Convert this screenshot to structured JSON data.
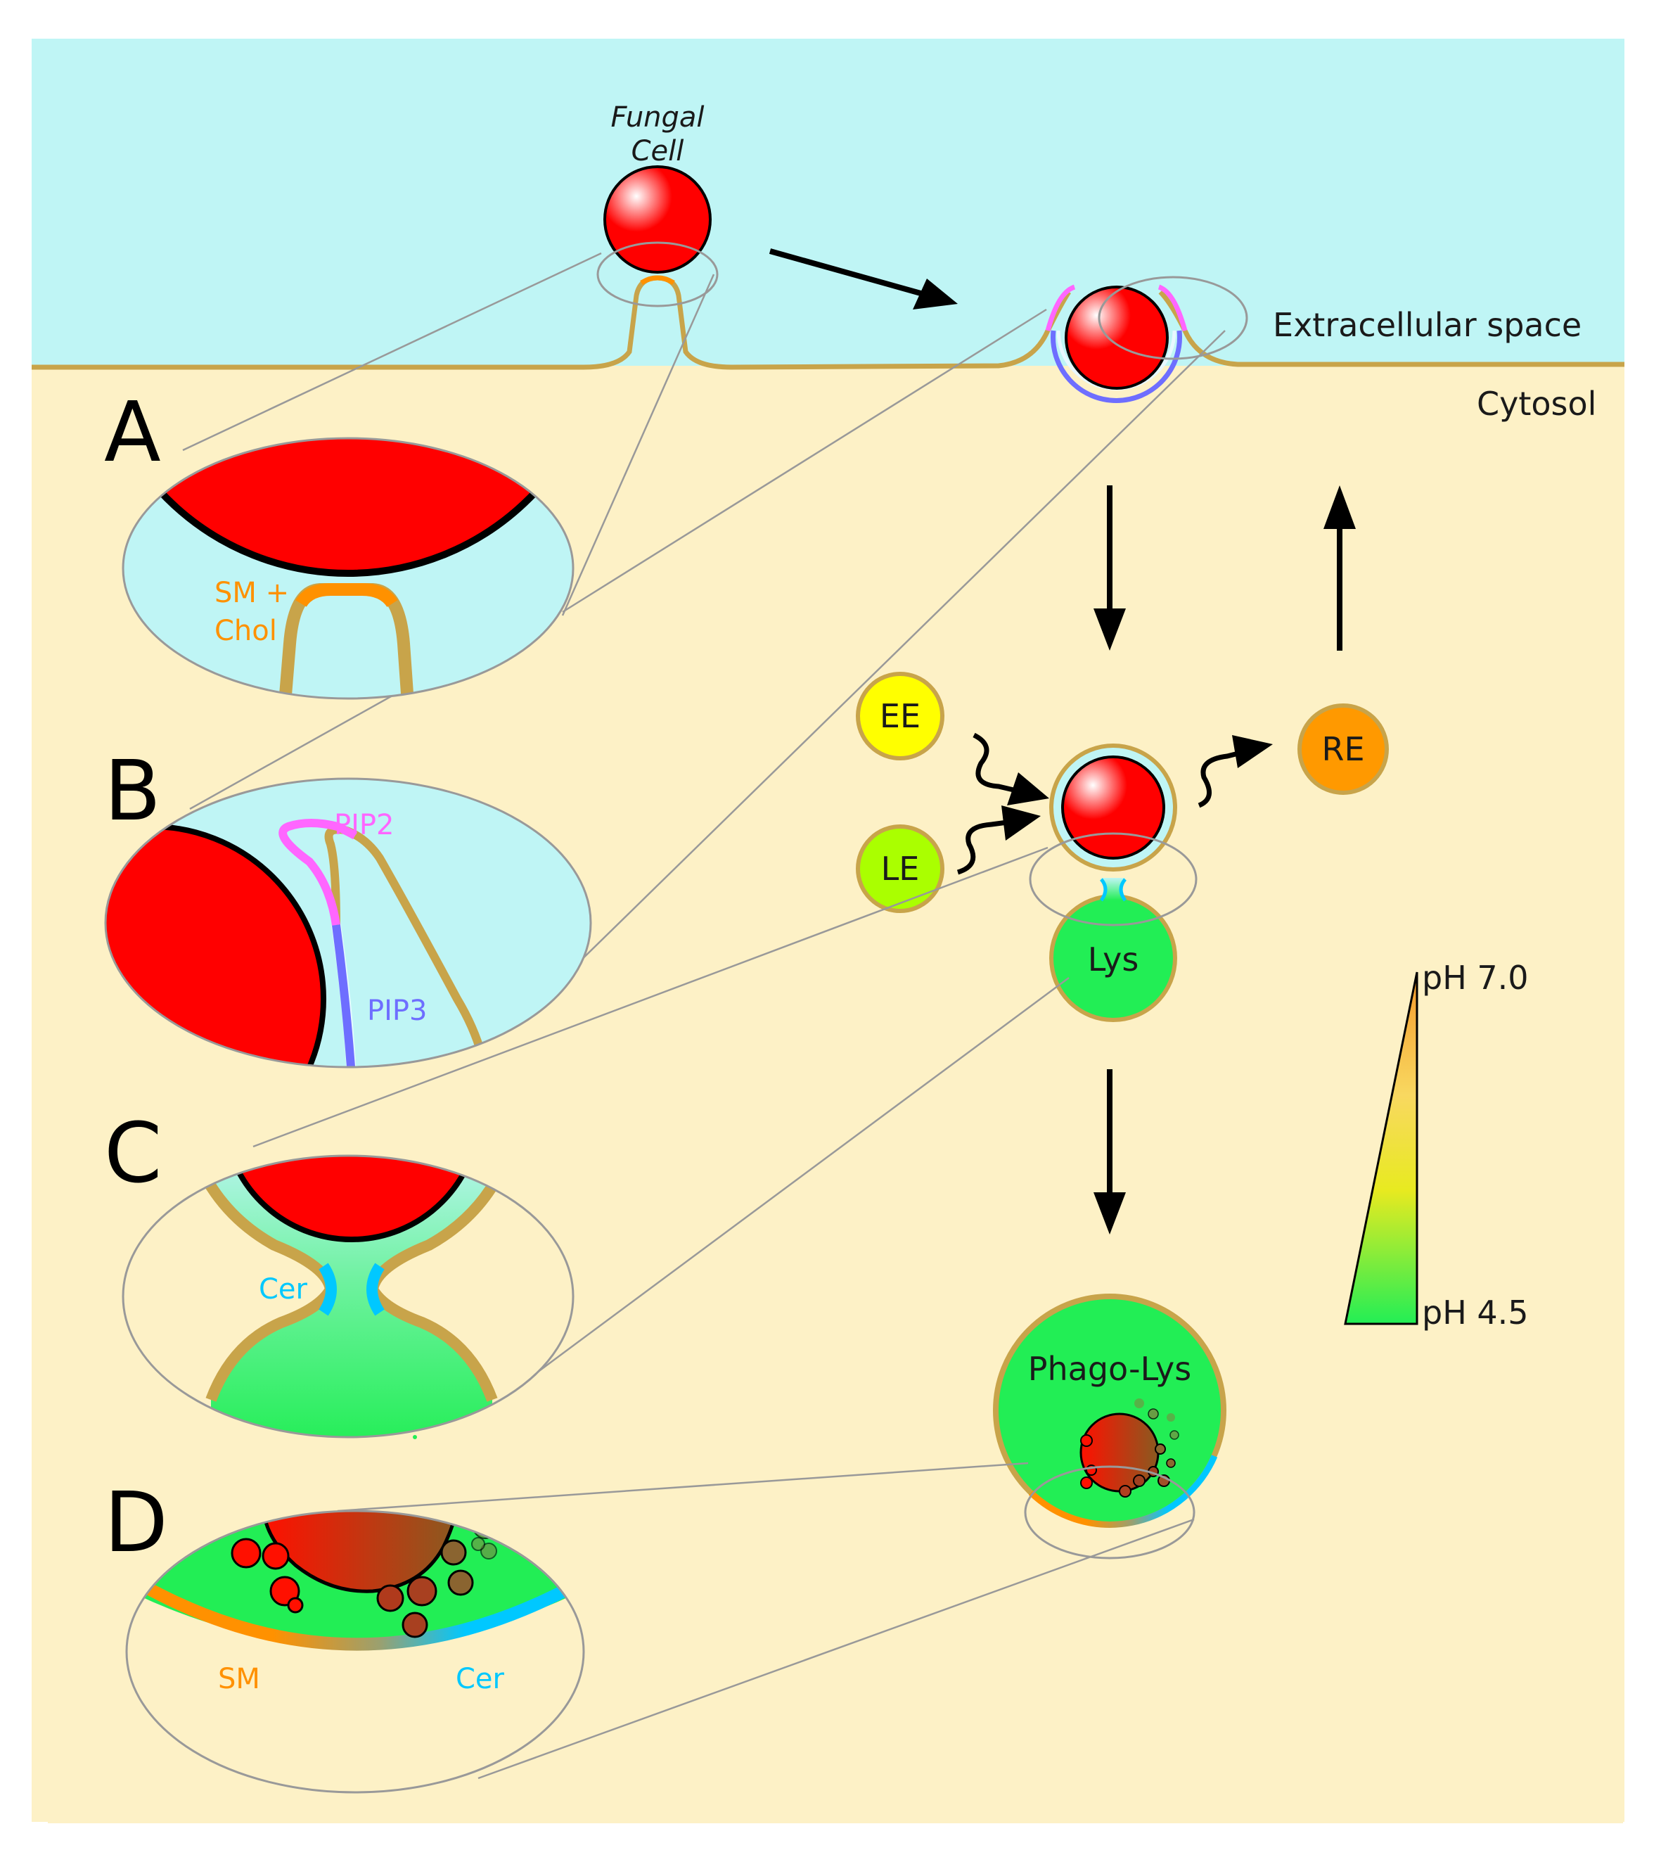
{
  "labels": {
    "fungal_cell_line1": "Fungal",
    "fungal_cell_line2": "Cell",
    "extracellular_space": "Extracellular space",
    "cytosol": "Cytosol",
    "ee": "EE",
    "le": "LE",
    "re": "RE",
    "lys": "Lys",
    "phago_lys": "Phago-Lys",
    "ph_high": "pH 7.0",
    "ph_low": "pH 4.5"
  },
  "panels": {
    "a": {
      "letter": "A",
      "lipid_line1": "SM +",
      "lipid_line2": "Chol"
    },
    "b": {
      "letter": "B",
      "lipid_top": "PIP2",
      "lipid_bottom": "PIP3"
    },
    "c": {
      "letter": "C",
      "lipid": "Cer"
    },
    "d": {
      "letter": "D",
      "lipid_left": "SM",
      "lipid_right": "Cer"
    }
  },
  "colors": {
    "extracellular": "#bff5f5",
    "cytosol": "#fdf1c6",
    "membrane": "#c8a44a",
    "fungal_cell": "#ff0000",
    "sm_chol": "#ff9100",
    "pip2": "#ff66ff",
    "pip3": "#6e6eff",
    "ceramide": "#00c8ff",
    "lysosome": "#22ee55",
    "early_endosome": "#ffff00",
    "late_endosome": "#aaff00",
    "recycling_endosome": "#ff9900"
  }
}
